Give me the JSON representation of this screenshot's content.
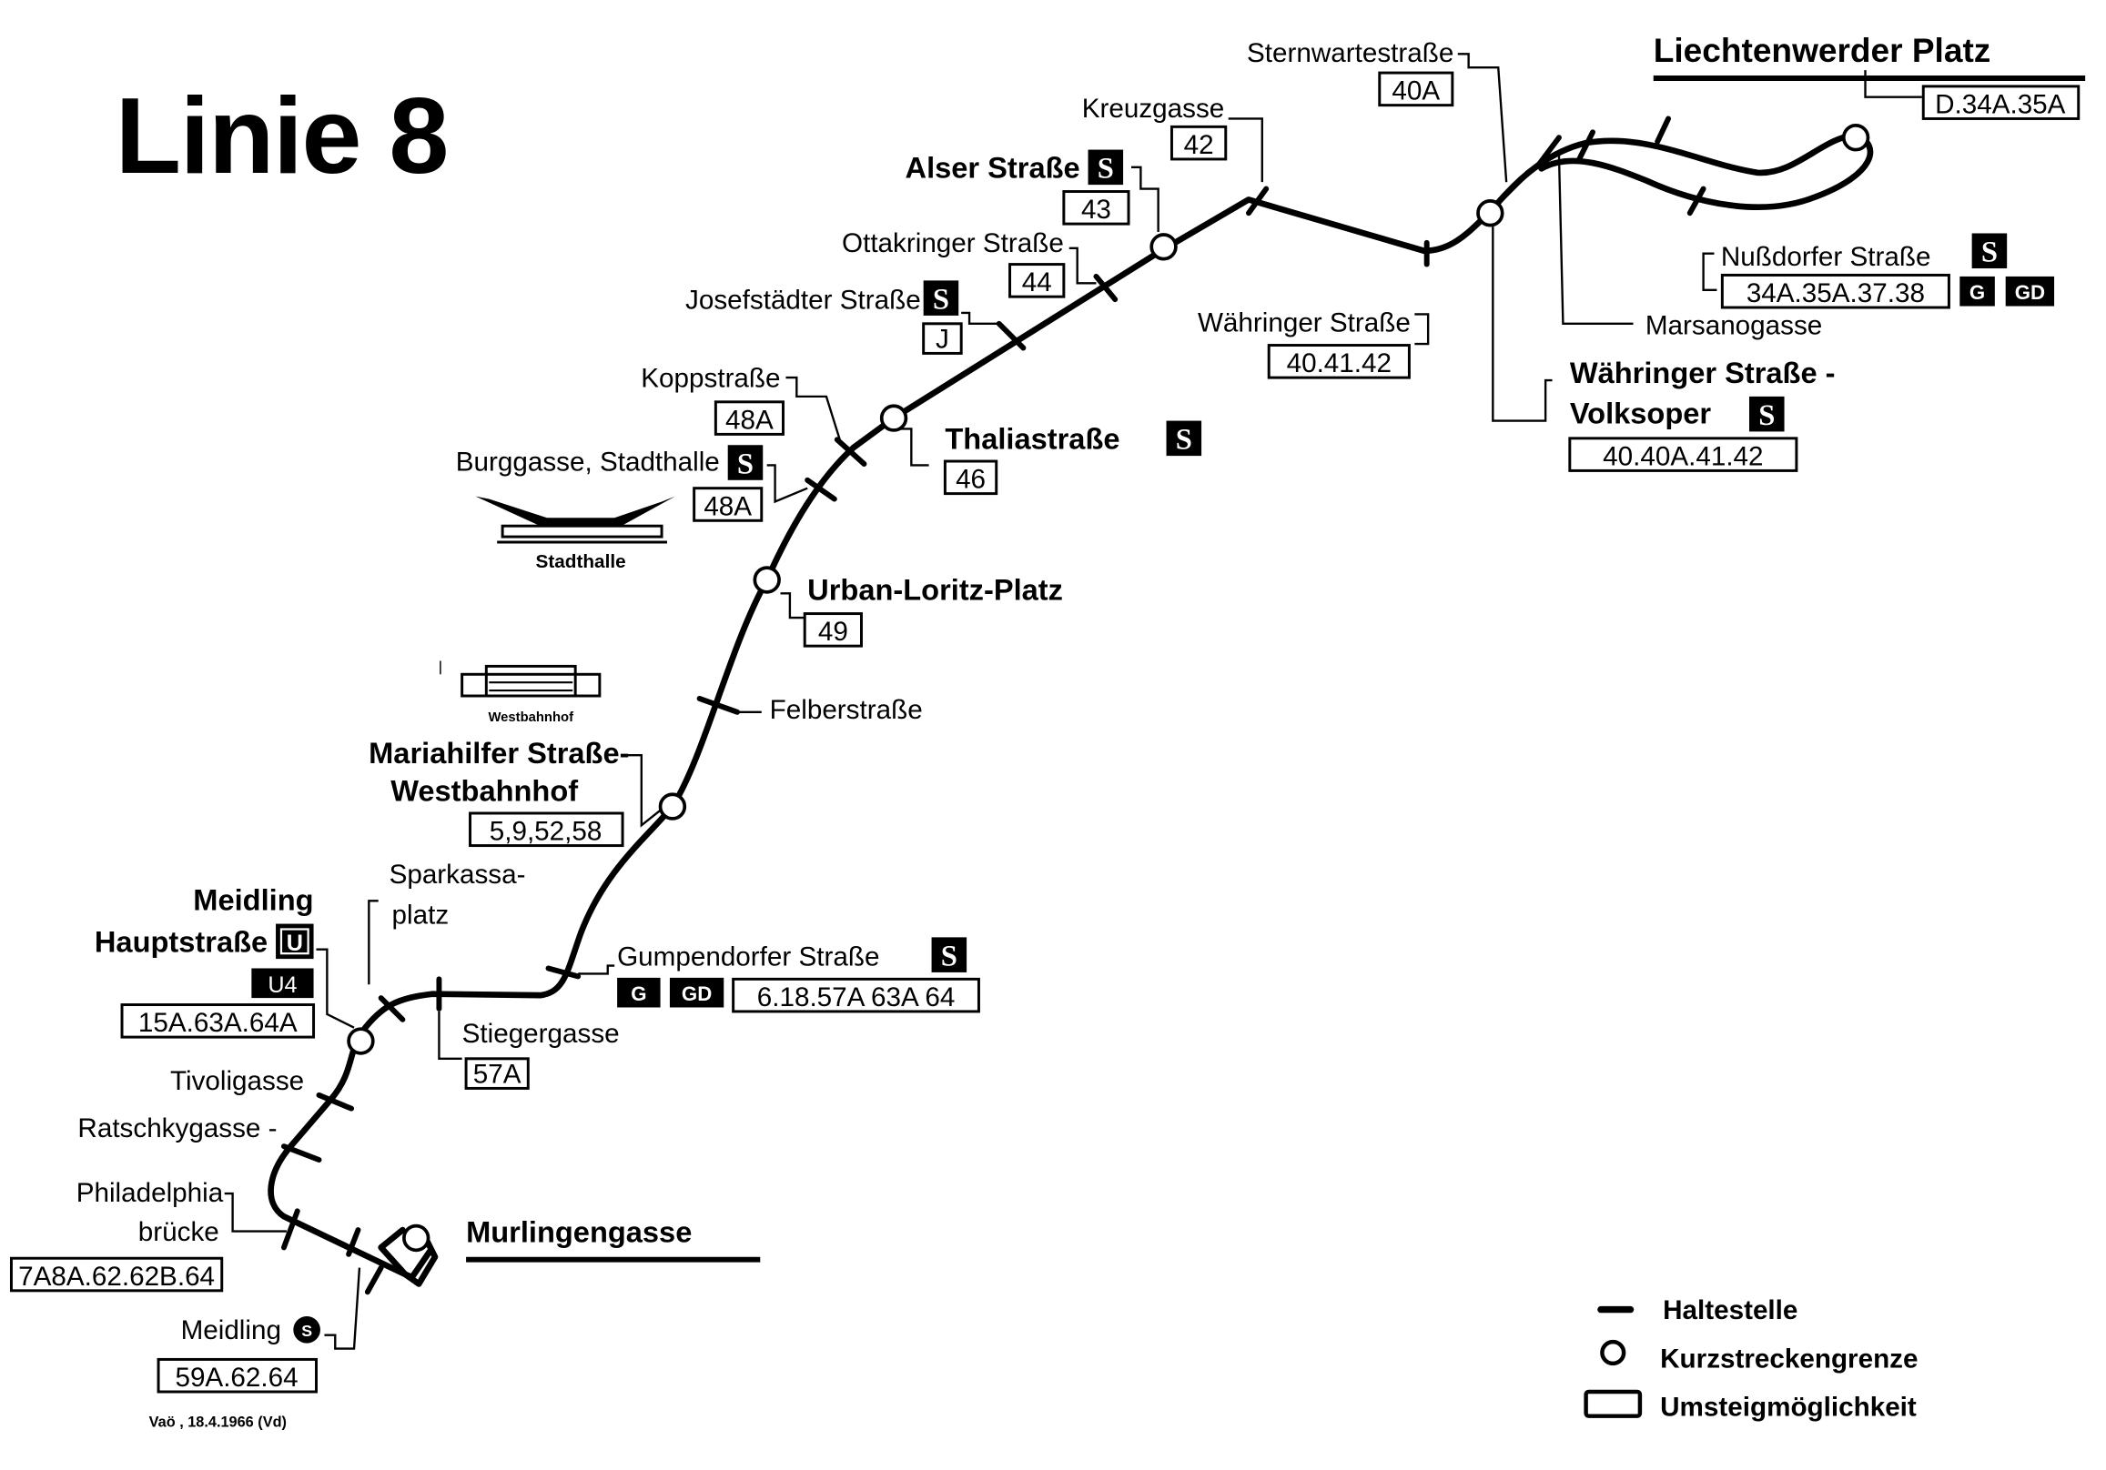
{
  "title": "Linie 8",
  "termini": {
    "north": "Liechtenwerder Platz",
    "south": "Murlingengasse"
  },
  "stations": {
    "sternwarte": {
      "name": "Sternwartestraße",
      "routes": "40A"
    },
    "liechtenwerder": {
      "name": "Liechtenwerder Platz",
      "routes": "D.34A.35A"
    },
    "kreuzgasse": {
      "name": "Kreuzgasse",
      "routes": "42"
    },
    "alser": {
      "name": "Alser Straße",
      "badge": "S",
      "routes": "43"
    },
    "ottakringer": {
      "name": "Ottakringer Straße",
      "routes": "44"
    },
    "josefstaedter": {
      "name": "Josefstädter Straße",
      "badge": "S",
      "routes": "J"
    },
    "kopp": {
      "name": "Koppstraße",
      "routes": "48A"
    },
    "burggasse": {
      "name": "Burggasse, Stadthalle",
      "badge": "S",
      "routes": "48A",
      "landmark": "Stadthalle"
    },
    "thalia": {
      "name": "Thaliastraße",
      "badge": "S",
      "routes": "46"
    },
    "urban": {
      "name": "Urban-Loritz-Platz",
      "routes": "49"
    },
    "felber": {
      "name": "Felberstraße"
    },
    "mariahilfer": {
      "name1": "Mariahilfer Straße-",
      "name2": "Westbahnhof",
      "routes": "5,9,52,58",
      "landmark": "Westbahnhof"
    },
    "sparkassa": {
      "name1": "Sparkassa-",
      "name2": "platz"
    },
    "meidlinghpt": {
      "name1": "Meidling",
      "name2": "Hauptstraße",
      "badge": "U",
      "line": "U4",
      "routes": "15A.63A.64A"
    },
    "gumpendorfer": {
      "name": "Gumpendorfer Straße",
      "badge": "S",
      "g": "G",
      "gd": "GD",
      "routes": "6.18.57A 63A 64"
    },
    "stieger": {
      "name": "Stiegergasse",
      "routes": "57A"
    },
    "tivoli": {
      "name": "Tivoligasse"
    },
    "ratschky": {
      "name": "Ratschkygasse -"
    },
    "philadelphia": {
      "name1": "Philadelphia",
      "name2": "brücke",
      "routes": "7A8A.62.62B.64"
    },
    "meidling": {
      "name": "Meidling",
      "badge": "S",
      "routes": "59A.62.64"
    },
    "waehringer": {
      "name": "Währinger Straße",
      "routes": "40.41.42"
    },
    "nussdorfer": {
      "name": "Nußdorfer Straße",
      "badge": "S",
      "routes": "34A.35A.37.38",
      "g": "G",
      "gd": "GD"
    },
    "marsano": {
      "name": "Marsanogasse"
    },
    "volksoper": {
      "name1": "Währinger Straße -",
      "name2": "Volksoper",
      "badge": "S",
      "routes": "40.40A.41.42"
    }
  },
  "legend": {
    "stop": "Haltestelle",
    "fare_boundary": "Kurzstreckengrenze",
    "transfer": "Umsteigmöglichkeit"
  },
  "footer": "Vaö , 18.4.1966  (Vd)"
}
